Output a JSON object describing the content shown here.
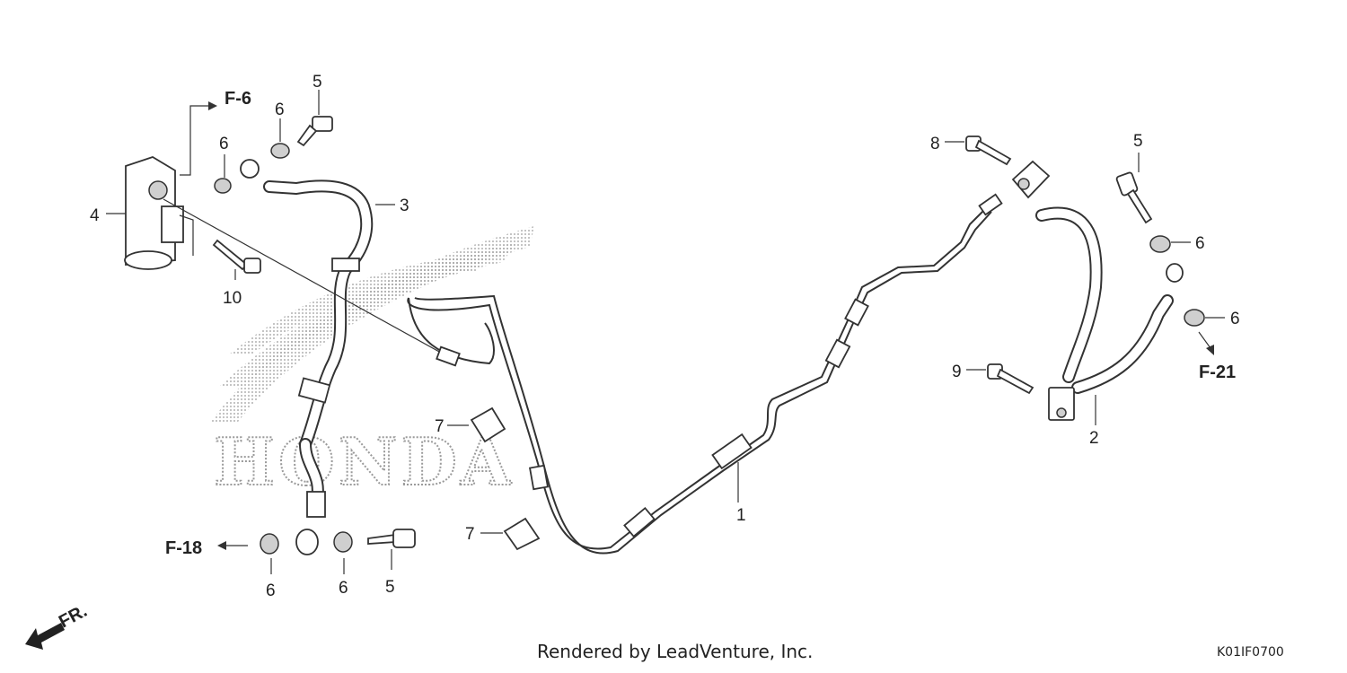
{
  "diagram": {
    "watermark_text": "HONDA",
    "footer_text": "Rendered by LeadVenture, Inc.",
    "diagram_code": "K01IF0700",
    "front_marker": "FR.",
    "references": {
      "f6": "F-6",
      "f18": "F-18",
      "f21": "F-21"
    },
    "callouts": {
      "c1": "1",
      "c2": "2",
      "c3": "3",
      "c4": "4",
      "c5a": "5",
      "c5b": "5",
      "c5c": "5",
      "c6a": "6",
      "c6b": "6",
      "c6c": "6",
      "c6d": "6",
      "c6e": "6",
      "c6f": "6",
      "c7a": "7",
      "c7b": "7",
      "c8": "8",
      "c9": "9",
      "c10": "10"
    }
  }
}
